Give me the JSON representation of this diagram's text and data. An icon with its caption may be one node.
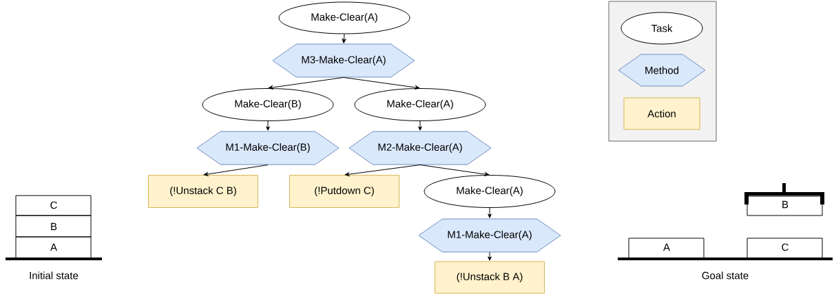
{
  "diagram": {
    "nodes": [
      {
        "text": [
          "Make-Clear(A)"
        ]
      },
      {
        "text": [
          "M3-Make-Clear(A)"
        ]
      },
      {
        "text": [
          "Make-Clear(B)"
        ]
      },
      {
        "text": [
          "Make-Clear(A)"
        ]
      },
      {
        "text": [
          "M1-Make-Clear(B)"
        ]
      },
      {
        "text": [
          "M2-Make-Clear(A)"
        ]
      },
      {
        "text": [
          "(!Unstack C B)"
        ]
      },
      {
        "text": [
          "(!Putdown C)"
        ]
      },
      {
        "text": [
          "Make-Clear(A)"
        ]
      },
      {
        "text": [
          "M1-Make-Clear(A)"
        ]
      },
      {
        "text": [
          "(!Unstack B A)"
        ]
      }
    ],
    "edges": [
      {
        "from": 0,
        "to": 1,
        "arrow": "to"
      },
      {
        "from": 1,
        "to": 2,
        "arrow": "to"
      },
      {
        "from": 1,
        "to": 3,
        "arrow": "to"
      },
      {
        "from": 2,
        "to": 4,
        "arrow": "to"
      },
      {
        "from": 3,
        "to": 5,
        "arrow": "to"
      },
      {
        "from": 4,
        "to": 6,
        "arrow": "to"
      },
      {
        "from": 5,
        "to": 7,
        "arrow": "to"
      },
      {
        "from": 5,
        "to": 8,
        "arrow": "to"
      },
      {
        "from": 8,
        "to": 9,
        "arrow": "to"
      },
      {
        "from": 9,
        "to": 10,
        "arrow": "to"
      }
    ],
    "labels": [
      "C",
      "B",
      "A",
      "Initial state",
      "B",
      "A",
      "C",
      "Goal state"
    ],
    "legend": [
      {
        "text": "Task"
      },
      {
        "text": "Method"
      },
      {
        "text": "Action"
      }
    ]
  }
}
